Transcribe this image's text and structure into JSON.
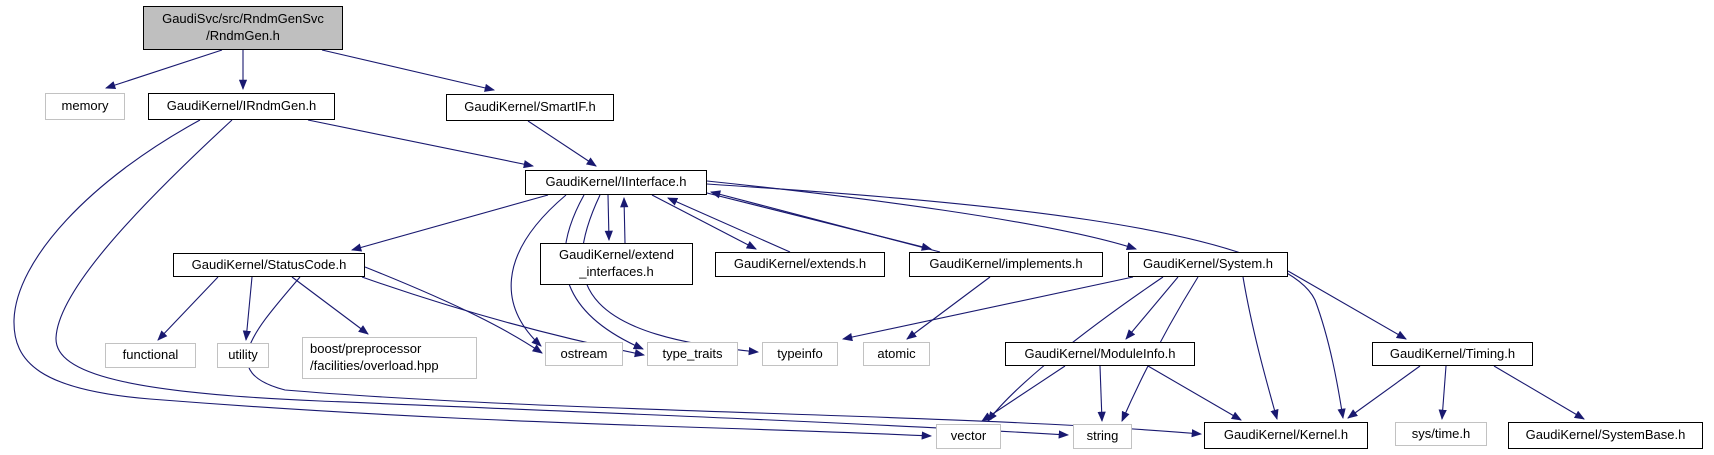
{
  "diagram": {
    "kind": "doxygen-include-dependency-graph",
    "edge_color": "#191970",
    "root_fill_color": "#bfbfbf",
    "internal_border_color": "#000000",
    "external_border_color": "#c2c2c2",
    "nodes": [
      {
        "id": "rndmgen",
        "label": "GaudiSvc/src/RndmGenSvc\n/RndmGen.h",
        "type": "root"
      },
      {
        "id": "memory",
        "label": "memory",
        "type": "external"
      },
      {
        "id": "irndmgen",
        "label": "GaudiKernel/IRndmGen.h",
        "type": "internal"
      },
      {
        "id": "smartif",
        "label": "GaudiKernel/SmartIF.h",
        "type": "internal"
      },
      {
        "id": "iinterface",
        "label": "GaudiKernel/IInterface.h",
        "type": "internal"
      },
      {
        "id": "statuscode",
        "label": "GaudiKernel/StatusCode.h",
        "type": "internal"
      },
      {
        "id": "extendif",
        "label": "GaudiKernel/extend\n_interfaces.h",
        "type": "internal"
      },
      {
        "id": "extends",
        "label": "GaudiKernel/extends.h",
        "type": "internal"
      },
      {
        "id": "implements",
        "label": "GaudiKernel/implements.h",
        "type": "internal"
      },
      {
        "id": "system",
        "label": "GaudiKernel/System.h",
        "type": "internal"
      },
      {
        "id": "functional",
        "label": "functional",
        "type": "external"
      },
      {
        "id": "utility",
        "label": "utility",
        "type": "external"
      },
      {
        "id": "boost",
        "label": "boost/preprocessor\n/facilities/overload.hpp",
        "type": "external"
      },
      {
        "id": "ostream",
        "label": "ostream",
        "type": "external"
      },
      {
        "id": "type_traits",
        "label": "type_traits",
        "type": "external"
      },
      {
        "id": "typeinfo",
        "label": "typeinfo",
        "type": "external"
      },
      {
        "id": "atomic",
        "label": "atomic",
        "type": "external"
      },
      {
        "id": "moduleinfo",
        "label": "GaudiKernel/ModuleInfo.h",
        "type": "internal"
      },
      {
        "id": "timing",
        "label": "GaudiKernel/Timing.h",
        "type": "internal"
      },
      {
        "id": "vector",
        "label": "vector",
        "type": "external"
      },
      {
        "id": "string",
        "label": "string",
        "type": "external"
      },
      {
        "id": "kernel",
        "label": "GaudiKernel/Kernel.h",
        "type": "internal"
      },
      {
        "id": "systime",
        "label": "sys/time.h",
        "type": "external"
      },
      {
        "id": "systembase",
        "label": "GaudiKernel/SystemBase.h",
        "type": "internal"
      }
    ],
    "edges": [
      {
        "from": "rndmgen",
        "to": "memory"
      },
      {
        "from": "rndmgen",
        "to": "irndmgen"
      },
      {
        "from": "rndmgen",
        "to": "smartif"
      },
      {
        "from": "irndmgen",
        "to": "iinterface"
      },
      {
        "from": "irndmgen",
        "to": "vector"
      },
      {
        "from": "irndmgen",
        "to": "string"
      },
      {
        "from": "smartif",
        "to": "iinterface"
      },
      {
        "from": "iinterface",
        "to": "statuscode"
      },
      {
        "from": "iinterface",
        "to": "extendif"
      },
      {
        "from": "extendif",
        "to": "iinterface"
      },
      {
        "from": "iinterface",
        "to": "extends"
      },
      {
        "from": "extends",
        "to": "iinterface"
      },
      {
        "from": "iinterface",
        "to": "implements"
      },
      {
        "from": "implements",
        "to": "iinterface"
      },
      {
        "from": "iinterface",
        "to": "system"
      },
      {
        "from": "iinterface",
        "to": "ostream"
      },
      {
        "from": "iinterface",
        "to": "type_traits"
      },
      {
        "from": "iinterface",
        "to": "typeinfo"
      },
      {
        "from": "iinterface",
        "to": "kernel"
      },
      {
        "from": "statuscode",
        "to": "functional"
      },
      {
        "from": "statuscode",
        "to": "utility"
      },
      {
        "from": "statuscode",
        "to": "boost"
      },
      {
        "from": "statuscode",
        "to": "ostream"
      },
      {
        "from": "statuscode",
        "to": "type_traits"
      },
      {
        "from": "statuscode",
        "to": "kernel"
      },
      {
        "from": "implements",
        "to": "atomic"
      },
      {
        "from": "system",
        "to": "typeinfo"
      },
      {
        "from": "system",
        "to": "moduleinfo"
      },
      {
        "from": "system",
        "to": "kernel"
      },
      {
        "from": "system",
        "to": "timing"
      },
      {
        "from": "system",
        "to": "string"
      },
      {
        "from": "system",
        "to": "vector"
      },
      {
        "from": "moduleinfo",
        "to": "vector"
      },
      {
        "from": "moduleinfo",
        "to": "string"
      },
      {
        "from": "moduleinfo",
        "to": "kernel"
      },
      {
        "from": "timing",
        "to": "kernel"
      },
      {
        "from": "timing",
        "to": "systime"
      },
      {
        "from": "timing",
        "to": "systembase"
      }
    ]
  }
}
